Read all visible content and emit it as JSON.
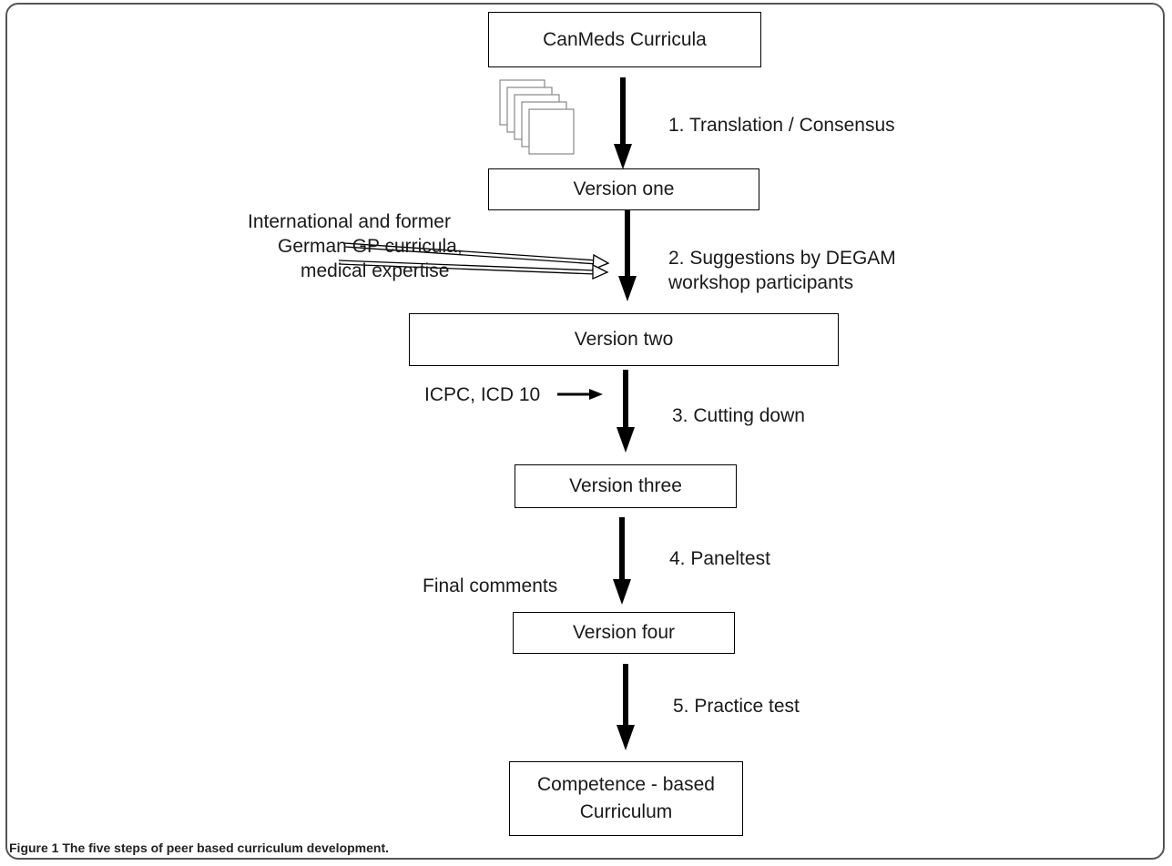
{
  "boxes": {
    "canmeds": "CanMeds Curricula",
    "v1": "Version one",
    "v2": "Version two",
    "v3": "Version three",
    "v4": "Version four",
    "final_line1": "Competence - based",
    "final_line2": "Curriculum"
  },
  "steps": {
    "s1": "1. Translation / Consensus",
    "s2_line1": "2. Suggestions by DEGAM",
    "s2_line2": "workshop participants",
    "s3": "3. Cutting down",
    "s4": "4. Paneltest",
    "s5": "5. Practice test"
  },
  "inputs": {
    "intl_line1": "International and former",
    "intl_line2": "German GP curricula,",
    "intl_line3": "medical expertise",
    "icpc": "ICPC, ICD 10",
    "final_comments": "Final comments"
  },
  "caption": {
    "label": "Figure 1",
    "text": " The five steps of peer based curriculum development."
  }
}
